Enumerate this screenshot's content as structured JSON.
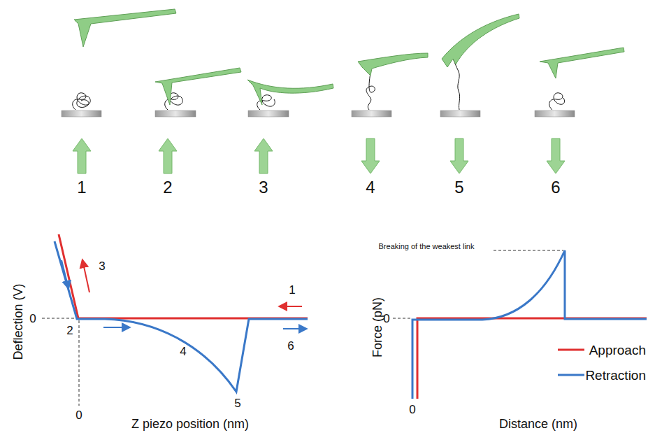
{
  "diagram": {
    "labels": [
      "1",
      "2",
      "3",
      "4",
      "5",
      "6",
      "Deflection (V)",
      "0",
      "3",
      "1",
      "2",
      "4",
      "5",
      "6",
      "0",
      "Z piezo position (nm)",
      "Breaking of the weakest link",
      "Force (pN)",
      "0",
      "0",
      "Distance (nm)"
    ],
    "legend": [
      {
        "text": "Approach"
      },
      {
        "text": "Retraction"
      }
    ]
  }
}
